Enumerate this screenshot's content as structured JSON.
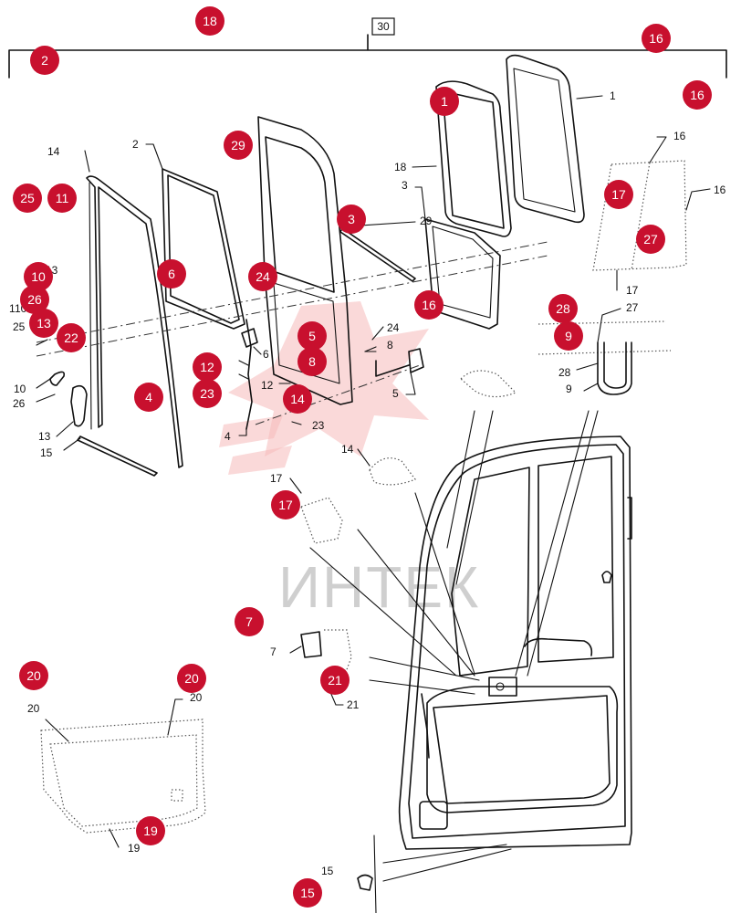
{
  "watermark": {
    "text": "ИНТЕК",
    "color": "#c8102e"
  },
  "group_label": "30",
  "callouts": [
    "1",
    "1",
    "2",
    "3",
    "4",
    "5",
    "6",
    "7",
    "8",
    "9",
    "10",
    "10",
    "12",
    "13",
    "13",
    "14",
    "14",
    "15",
    "15",
    "16",
    "16",
    "17",
    "17",
    "18",
    "19",
    "20",
    "20",
    "21",
    "23",
    "24",
    "25",
    "26",
    "27",
    "28",
    "29"
  ],
  "badges": [
    "1",
    "2",
    "3",
    "4",
    "5",
    "6",
    "7",
    "8",
    "9",
    "10",
    "11",
    "12",
    "13",
    "14",
    "15",
    "16",
    "16",
    "16",
    "17",
    "17",
    "18",
    "19",
    "20",
    "20",
    "21",
    "22",
    "23",
    "24",
    "25",
    "26",
    "27",
    "28",
    "29"
  ],
  "colors": {
    "badge": "#c8102e",
    "line": "#111111"
  }
}
